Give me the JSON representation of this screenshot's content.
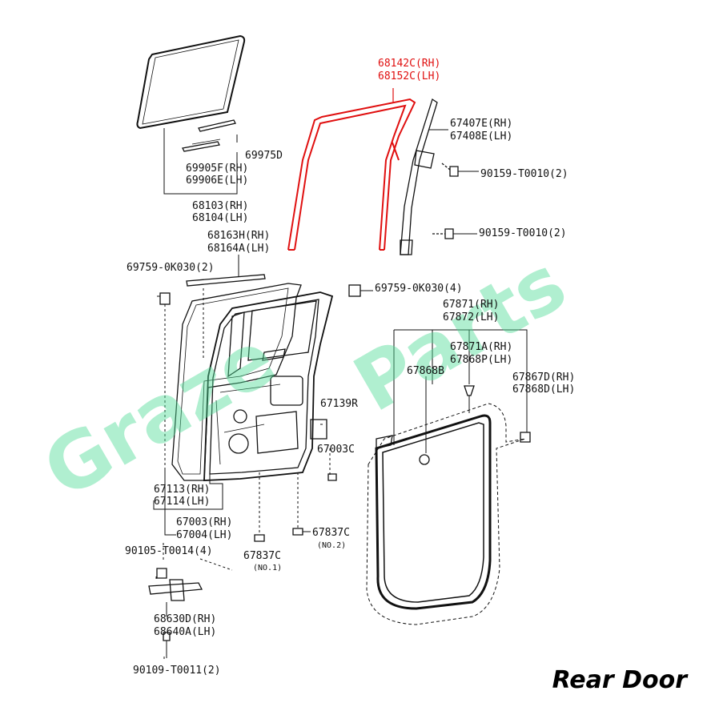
{
  "caption": "Rear Door",
  "watermark": [
    "Graze",
    "Parts"
  ],
  "colors": {
    "highlight": "#e01010",
    "watermark": "#50dc96",
    "line": "#111111"
  },
  "parts": {
    "weatherstrip_rh": "68142C(RH)",
    "weatherstrip_lh": "68152C(LH)",
    "run_channel_rh": "67407E(RH)",
    "run_channel_lh": "67408E(LH)",
    "bolt_upper": "90159-T0010(2)",
    "bolt_lower": "90159-T0010(2)",
    "glass_channel": "69975D",
    "moulding_rh": "69905F(RH)",
    "moulding_lh": "69906E(LH)",
    "glass_rh": "68103(RH)",
    "glass_lh": "68104(LH)",
    "belt_rh": "68163H(RH)",
    "belt_lh": "68164A(LH)",
    "clip_left": "69759-0K030(2)",
    "clip_right": "69759-0K030(4)",
    "door_ws_rh": "67871(RH)",
    "door_ws_lh": "67872(LH)",
    "door_ws2_rh": "67871A(RH)",
    "door_ws2_lh": "67868P(LH)",
    "clip_67868b": "67868B",
    "clip2_rh": "67867D(RH)",
    "clip2_lh": "67868D(LH)",
    "cover_67139r": "67139R",
    "plug_67003c": "67003C",
    "panel_rh": "67113(RH)",
    "panel_lh": "67114(LH)",
    "panel2_rh": "67003(RH)",
    "panel2_lh": "67004(LH)",
    "hole_plug_a": "67837C",
    "hole_plug_a_no": "(NO.1)",
    "hole_plug_b": "67837C",
    "hole_plug_b_no": "(NO.2)",
    "bolt_check": "90105-T0014(4)",
    "check_rh": "68630D(RH)",
    "check_lh": "68640A(LH)",
    "bolt_bottom": "90109-T0011(2)"
  }
}
